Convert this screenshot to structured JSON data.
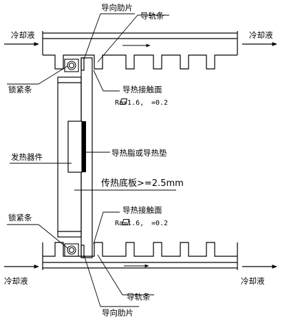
{
  "labels": {
    "top_fin": "导向肋片",
    "top_rail": "导轨条",
    "coolant_top_left": "冷却液",
    "coolant_top_right": "冷却液",
    "lock_strip_top": "锁紧条",
    "contact_surface_top": "导热接触面",
    "roughness_top": "Ra=1.6,",
    "flatness_top_value": "=0.2",
    "grease_pad": "导热脂或导热垫",
    "heat_device": "发热器件",
    "base_thickness": "传热底板>=2.5mm",
    "contact_surface_bottom": "导热接触面",
    "roughness_bottom": "Ra=1.6,",
    "flatness_bottom_value": "=0.2",
    "lock_strip_bottom": "锁紧条",
    "coolant_bottom_left": "冷却液",
    "coolant_bottom_right": "冷却液",
    "bottom_rail": "导轨条",
    "bottom_fin": "导向肋片"
  }
}
